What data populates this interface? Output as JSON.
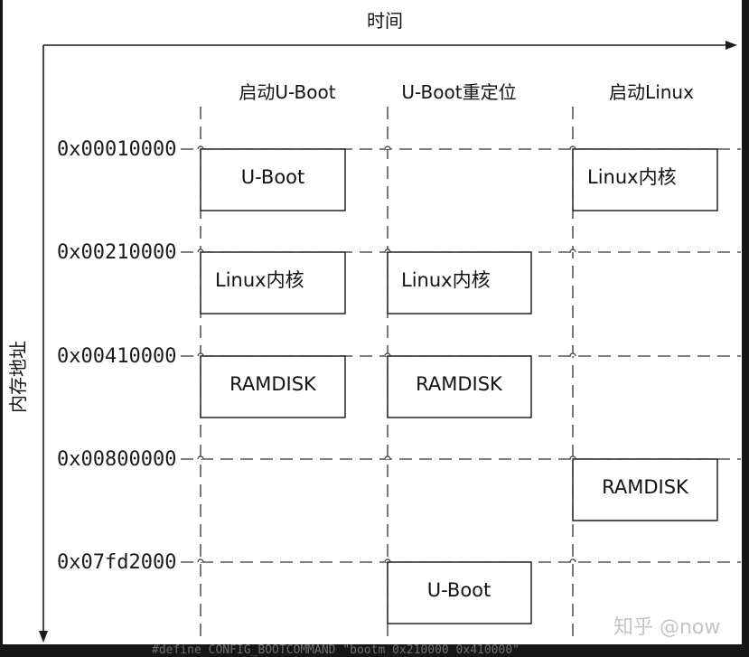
{
  "axes": {
    "x_label": "时间",
    "y_label": "内存地址"
  },
  "addresses": [
    "0x00010000",
    "0x00210000",
    "0x00410000",
    "0x00800000",
    "0x07fd2000"
  ],
  "columns": [
    {
      "header": "启动U-Boot",
      "blocks": [
        "U-Boot",
        "Linux内核",
        "RAMDISK"
      ]
    },
    {
      "header": "U-Boot重定位",
      "blocks": [
        "Linux内核",
        "RAMDISK",
        "U-Boot"
      ]
    },
    {
      "header": "启动Linux",
      "blocks": [
        "Linux内核",
        "RAMDISK"
      ]
    }
  ],
  "watermark": "知乎 @now",
  "footer_code": "#define CONFIG_BOOTCOMMAND \"bootm 0x210000 0x410000\""
}
